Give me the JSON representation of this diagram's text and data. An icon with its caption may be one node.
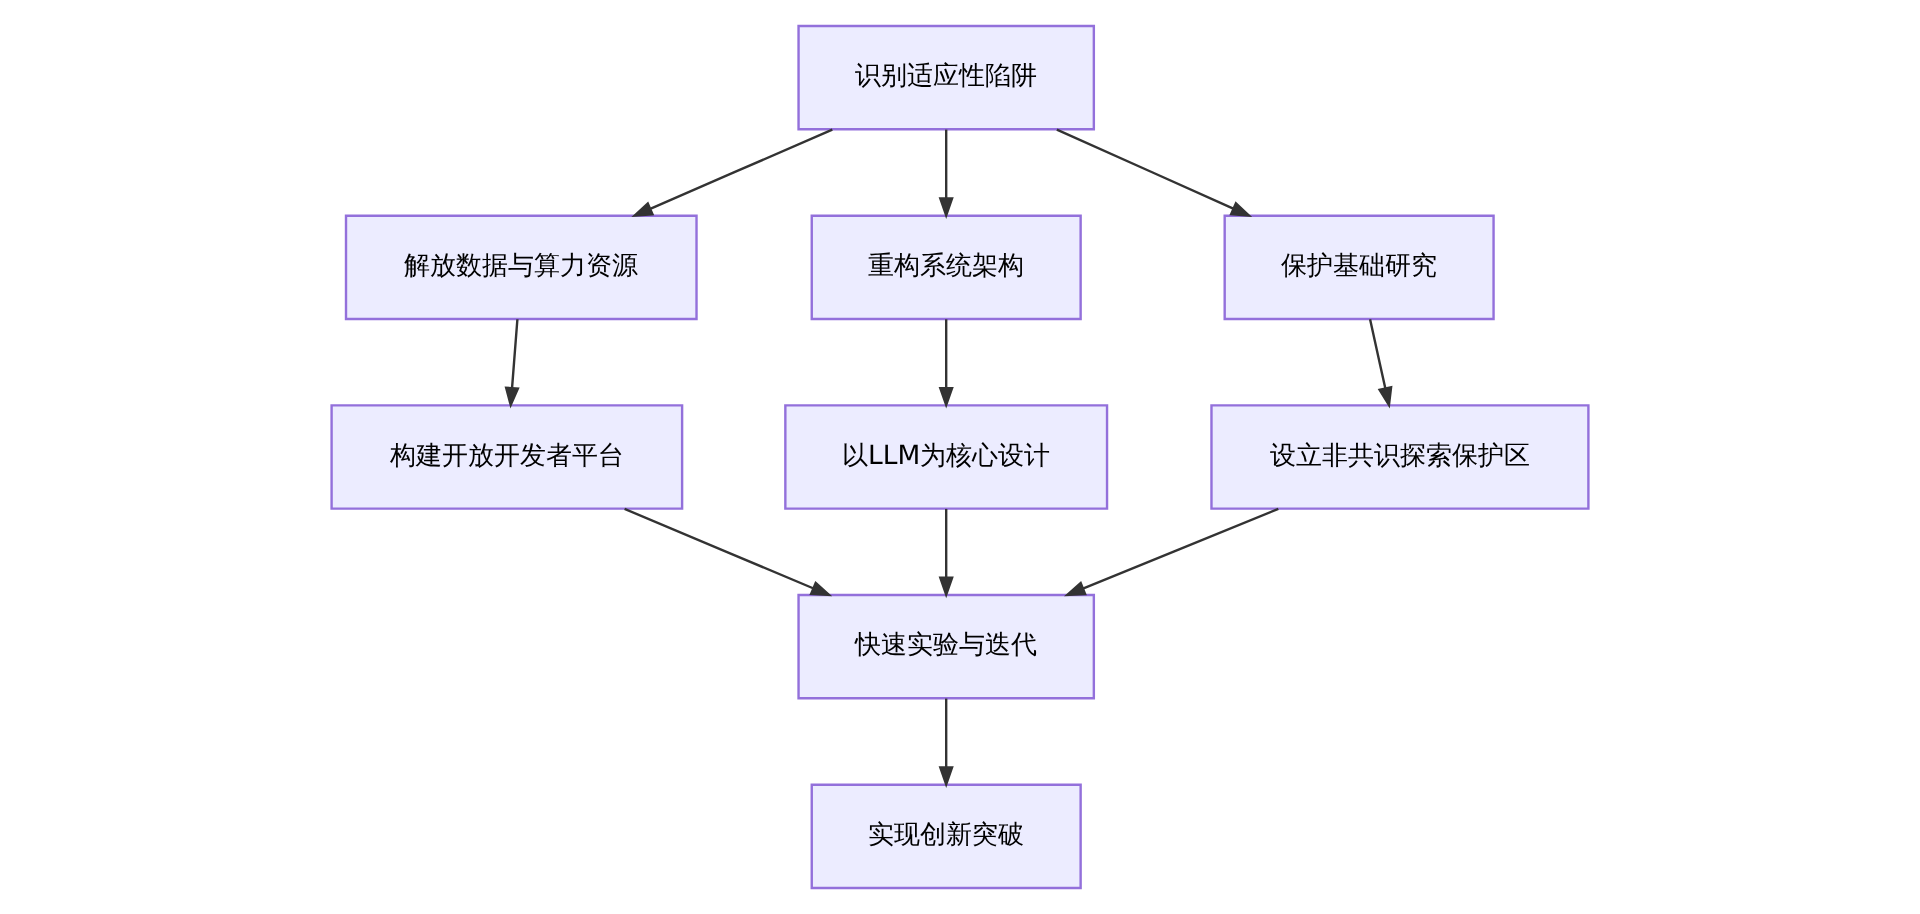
{
  "diagram": {
    "nodes": [
      {
        "text": [
          "识别适应性陷阱"
        ]
      },
      {
        "text": [
          "解放数据与算力资源"
        ]
      },
      {
        "text": [
          "重构系统架构"
        ]
      },
      {
        "text": [
          "保护基础研究"
        ]
      },
      {
        "text": [
          "构建开放开发者平台"
        ]
      },
      {
        "text": [
          "以LLM为核心设计"
        ]
      },
      {
        "text": [
          "设立非共识探索保护区"
        ]
      },
      {
        "text": [
          "快速实验与迭代"
        ]
      },
      {
        "text": [
          "实现创新突破"
        ]
      }
    ],
    "edges": [
      {
        "from": 0,
        "to": 1,
        "arrow": "to"
      },
      {
        "from": 0,
        "to": 2,
        "arrow": "to"
      },
      {
        "from": 0,
        "to": 3,
        "arrow": "to"
      },
      {
        "from": 1,
        "to": 4,
        "arrow": "to"
      },
      {
        "from": 2,
        "to": 5,
        "arrow": "to"
      },
      {
        "from": 3,
        "to": 6,
        "arrow": "to"
      },
      {
        "from": 4,
        "to": 7,
        "arrow": "to"
      },
      {
        "from": 5,
        "to": 7,
        "arrow": "to"
      },
      {
        "from": 6,
        "to": 7,
        "arrow": "to"
      },
      {
        "from": 7,
        "to": 8,
        "arrow": "to"
      }
    ]
  }
}
